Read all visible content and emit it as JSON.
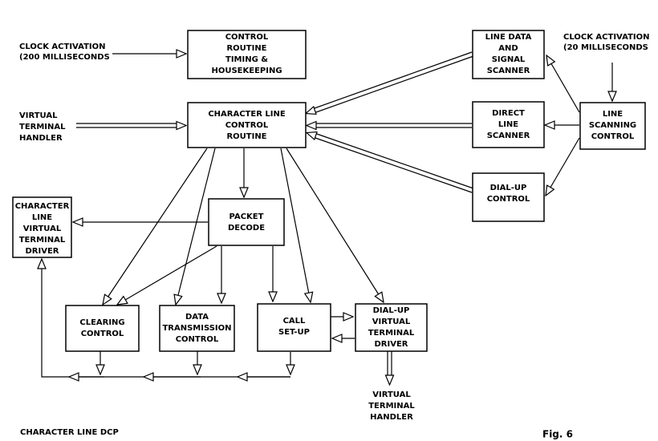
{
  "boxes": {
    "control_routine": [
      "CONTROL",
      "ROUTINE",
      "TIMING &",
      "HOUSEKEEPING"
    ],
    "char_line_control": [
      "CHARACTER LINE",
      "CONTROL",
      "ROUTINE"
    ],
    "line_data_scanner": [
      "LINE DATA",
      "AND",
      "SIGNAL",
      "SCANNER"
    ],
    "direct_line_scanner": [
      "DIRECT",
      "LINE",
      "SCANNER"
    ],
    "dialup_control": [
      "DIAL-UP",
      "CONTROL"
    ],
    "line_scanning_control": [
      "LINE",
      "SCANNING",
      "CONTROL"
    ],
    "char_line_vt_driver": [
      "CHARACTER",
      "LINE",
      "VIRTUAL",
      "TERMINAL",
      "DRIVER"
    ],
    "packet_decode": [
      "PACKET",
      "DECODE"
    ],
    "clearing_control": [
      "CLEARING",
      "CONTROL"
    ],
    "data_transmission_control": [
      "DATA",
      "TRANSMISSION",
      "CONTROL"
    ],
    "call_setup": [
      "CALL",
      "SET-UP"
    ],
    "dialup_vt_driver": [
      "DIAL-UP",
      "VIRTUAL",
      "TERMINAL",
      "DRIVER"
    ]
  },
  "labels": {
    "clock_left": [
      "CLOCK ACTIVATION",
      "(200 MILLISECONDS"
    ],
    "clock_right": [
      "CLOCK ACTIVATION",
      "(20 MILLISECONDS"
    ],
    "vt_handler_left": [
      "VIRTUAL",
      "TERMINAL",
      "HANDLER"
    ],
    "vt_handler_bottom": [
      "VIRTUAL",
      "TERMINAL",
      "HANDLER"
    ],
    "caption": "CHARACTER LINE DCP",
    "figure": "Fig. 6"
  }
}
